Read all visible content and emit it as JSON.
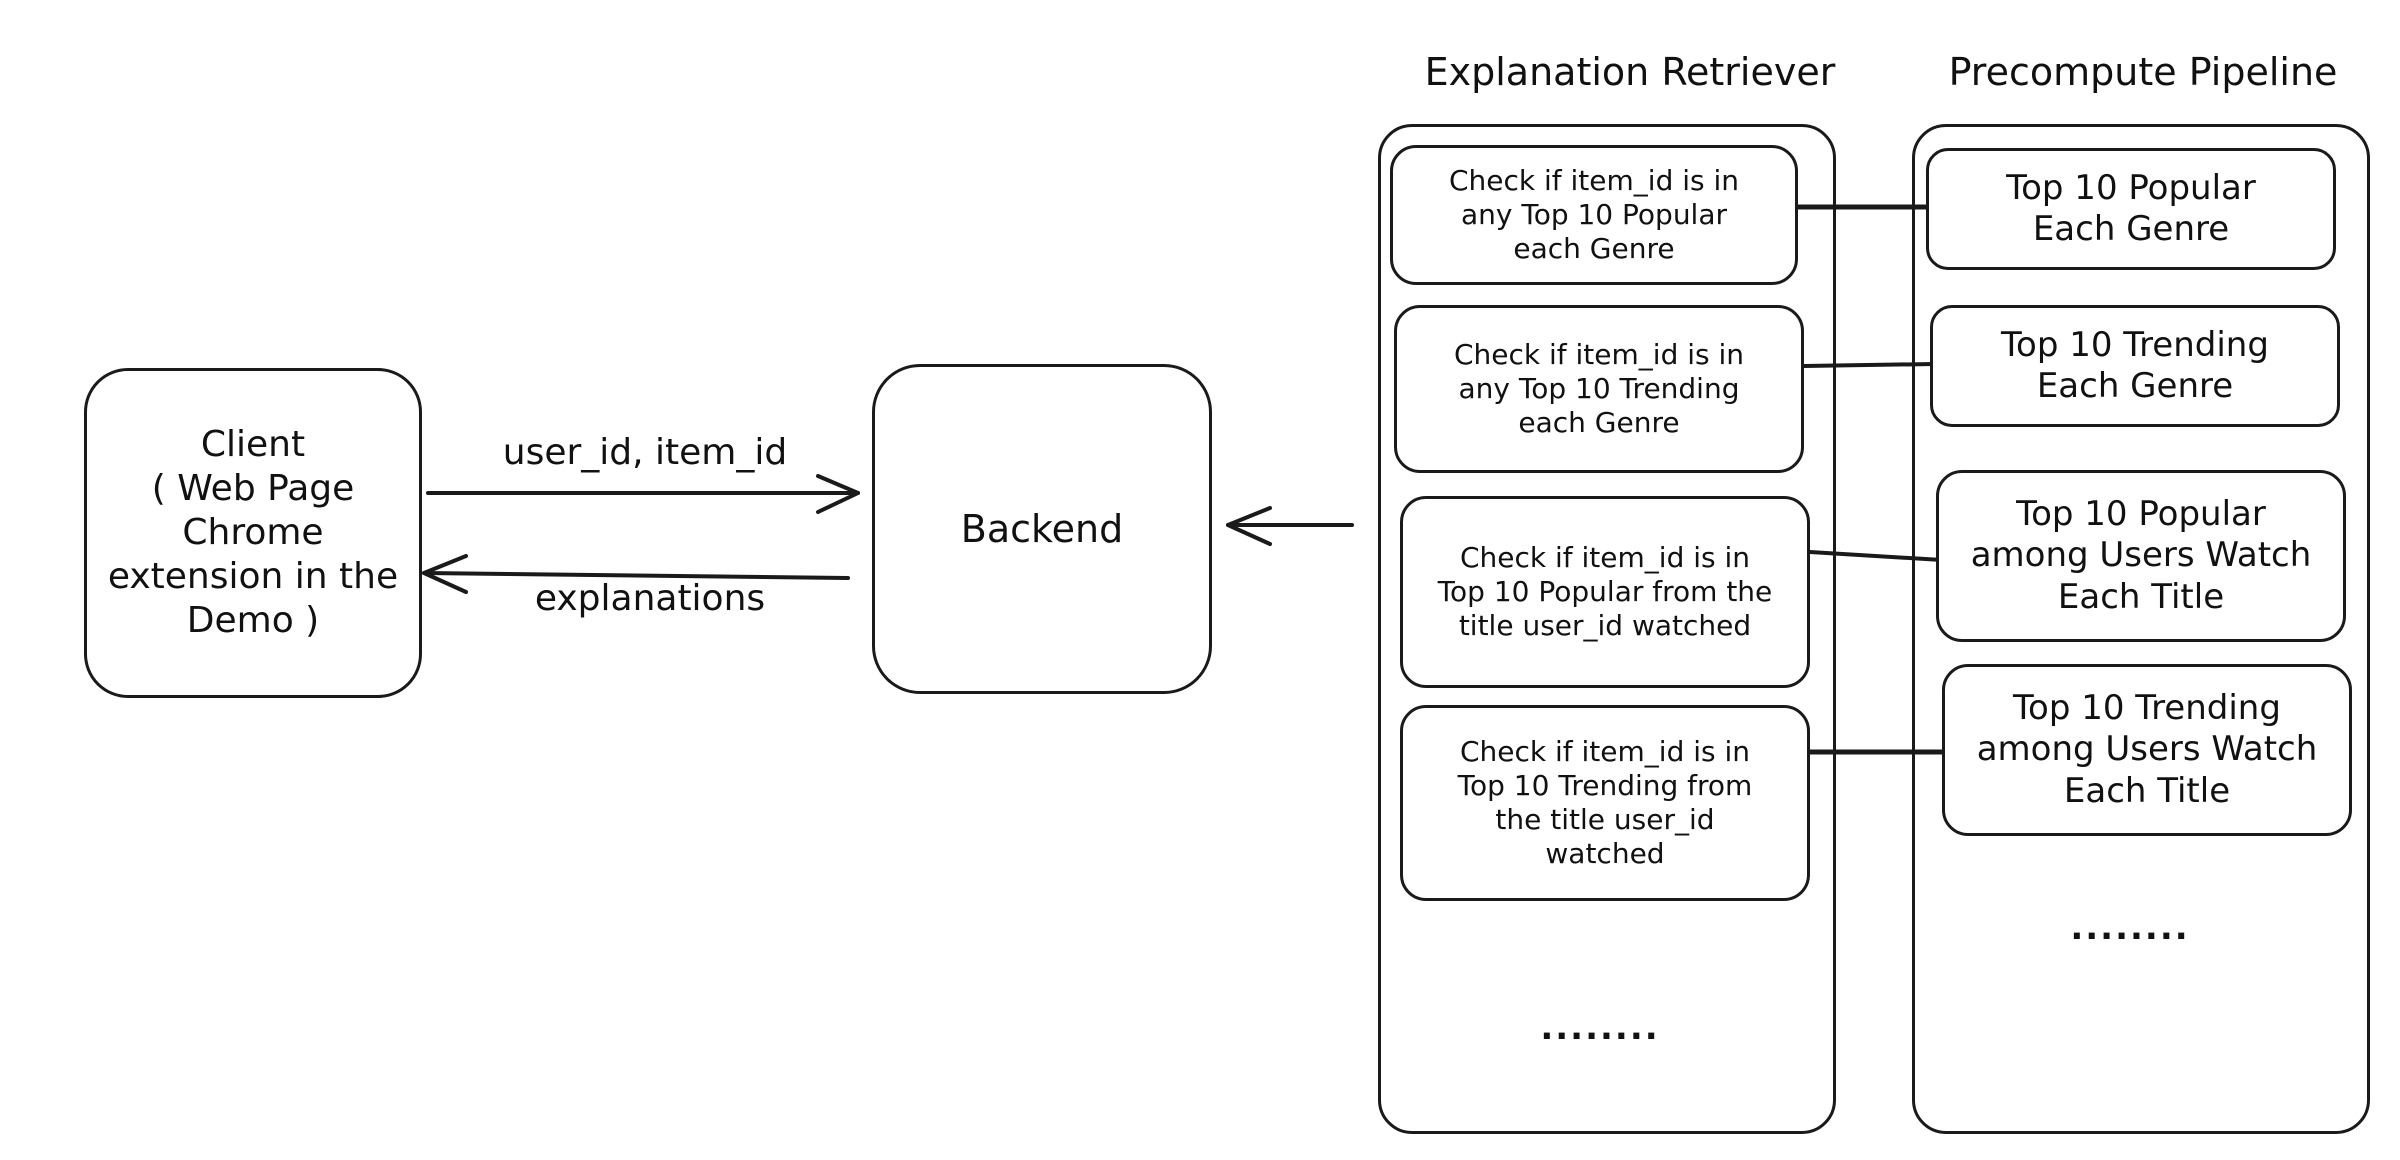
{
  "client": {
    "label": "Client\n( Web Page\nChrome\nextension in the\nDemo )"
  },
  "backend": {
    "label": "Backend"
  },
  "arrows": {
    "request_label": "user_id, item_id",
    "response_label": "explanations"
  },
  "retriever": {
    "title": "Explanation Retriever",
    "checks": [
      "Check if item_id is in\nany Top 10 Popular\neach Genre",
      "Check if item_id is in\nany Top 10 Trending\neach Genre",
      "Check if item_id is in\nTop 10 Popular from the\ntitle user_id watched",
      "Check if item_id is in\nTop 10 Trending from\nthe title user_id\nwatched"
    ],
    "more": "........"
  },
  "pipeline": {
    "title": "Precompute Pipeline",
    "lists": [
      "Top 10 Popular\nEach Genre",
      "Top 10 Trending\nEach Genre",
      "Top 10 Popular\namong Users Watch\nEach Title",
      "Top 10 Trending\namong Users Watch\nEach Title"
    ],
    "more": "........"
  }
}
